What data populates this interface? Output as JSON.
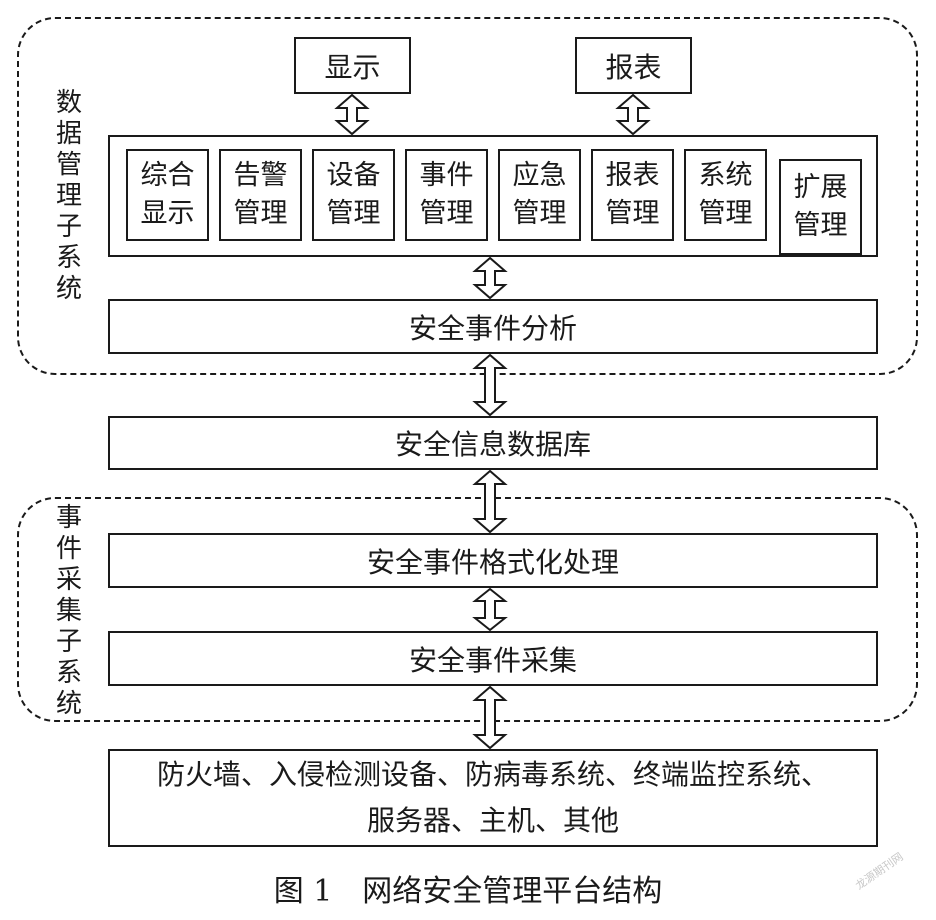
{
  "data_subsystem": {
    "label": "数\n据\n管\n理\n子\n系\n统"
  },
  "top_boxes": {
    "display": "显示",
    "report": "报表"
  },
  "modules": [
    "综合\n显示",
    "告警\n管理",
    "设备\n管理",
    "事件\n管理",
    "应急\n管理",
    "报表\n管理",
    "系统\n管理",
    "扩展\n管理"
  ],
  "analysis": "安全事件分析",
  "database": "安全信息数据库",
  "event_subsystem": {
    "label": "事\n件\n采\n集\n子\n系\n统"
  },
  "formatting": "安全事件格式化处理",
  "collection": "安全事件采集",
  "sources": "防火墙、入侵检测设备、防病毒系统、终端监控系统、\n服务器、主机、其他",
  "caption": "图 1　网络安全管理平台结构",
  "watermark": "龙源期刊网"
}
